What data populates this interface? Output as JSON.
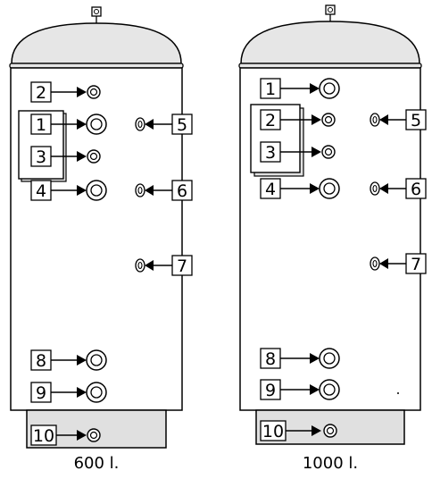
{
  "tanks": [
    {
      "capacity_label": "600 l.",
      "connections": [
        {
          "number": "2",
          "ring": "small"
        },
        {
          "number": "1",
          "ring": "large"
        },
        {
          "number": "3",
          "ring": "small"
        },
        {
          "number": "4",
          "ring": "large"
        },
        {
          "number": "5",
          "ring": "side"
        },
        {
          "number": "6",
          "ring": "side"
        },
        {
          "number": "7",
          "ring": "side"
        },
        {
          "number": "8",
          "ring": "large"
        },
        {
          "number": "9",
          "ring": "large"
        },
        {
          "number": "10",
          "ring": "small"
        }
      ]
    },
    {
      "capacity_label": "1000 l.",
      "connections": [
        {
          "number": "1",
          "ring": "large"
        },
        {
          "number": "2",
          "ring": "small"
        },
        {
          "number": "3",
          "ring": "small"
        },
        {
          "number": "4",
          "ring": "large"
        },
        {
          "number": "5",
          "ring": "side"
        },
        {
          "number": "6",
          "ring": "side"
        },
        {
          "number": "7",
          "ring": "side"
        },
        {
          "number": "8",
          "ring": "large"
        },
        {
          "number": "9",
          "ring": "large"
        },
        {
          "number": "10",
          "ring": "small"
        }
      ]
    }
  ],
  "colors": {
    "line": "#000000",
    "dome_fill": "#e6e6e6",
    "base_fill": "#e0e0e0",
    "body_fill": "#ffffff"
  }
}
